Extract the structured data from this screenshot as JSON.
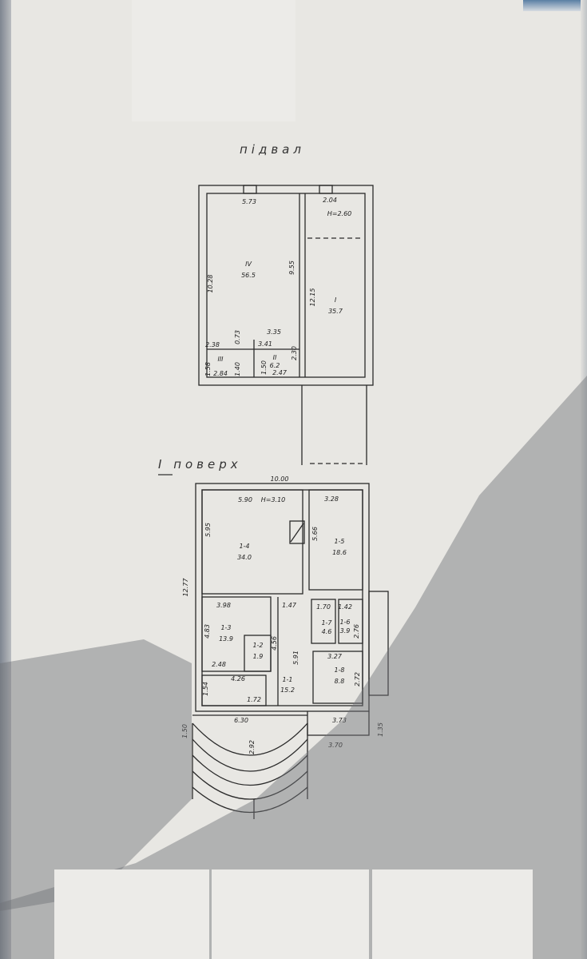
{
  "basement": {
    "title": "підвал",
    "rooms": {
      "iv": {
        "number": "IV",
        "area": "56.5"
      },
      "i": {
        "number": "I",
        "area": "35.7"
      },
      "ii": {
        "number": "II",
        "area": "6.2"
      },
      "iii": {
        "number": "III"
      }
    },
    "dims": {
      "d573": "5.73",
      "d1028": "10.28",
      "d955": "9.55",
      "d204": "2.04",
      "height": "H=2.60",
      "d1215": "12.15",
      "d335": "3.35",
      "d341": "3.41",
      "d238": "2.38",
      "d073": "0.73",
      "d150": "1.50",
      "d230": "2.30",
      "d247": "2.47",
      "d158": "1.58",
      "d284": "2.84",
      "d140": "1.40"
    }
  },
  "floor1": {
    "title": "I поверх",
    "rooms": {
      "r14": {
        "number": "1-4",
        "area": "34.0"
      },
      "r15": {
        "number": "1-5",
        "area": "18.6"
      },
      "r13": {
        "number": "1-3",
        "area": "13.9"
      },
      "r17": {
        "number": "1-7",
        "area": "4.6"
      },
      "r16": {
        "number": "1-6",
        "area": "3.9"
      },
      "r12": {
        "number": "1-2",
        "area": "1.9"
      },
      "r18": {
        "number": "1-8",
        "area": "8.8"
      },
      "r11": {
        "number": "1-1",
        "area": "15.2"
      }
    },
    "dims": {
      "d1000": "10.00",
      "d590": "5.90",
      "height": "H=3.10",
      "d328": "3.28",
      "d595": "5.95",
      "d566": "5.66",
      "d1277": "12.77",
      "d398": "3.98",
      "d147": "1.47",
      "d170": "1.70",
      "d142": "1.42",
      "d483": "4.83",
      "d276": "2.76",
      "d456": "4.56",
      "d591": "5.91",
      "d248": "2.48",
      "d327": "3.27",
      "d272": "2.72",
      "d426": "4.26",
      "d154": "1.54",
      "d172": "1.72",
      "d630": "6.30",
      "d373": "3.73",
      "d150": "1.50",
      "d135": "1.35",
      "d292": "2.92",
      "d370": "3.70"
    }
  }
}
